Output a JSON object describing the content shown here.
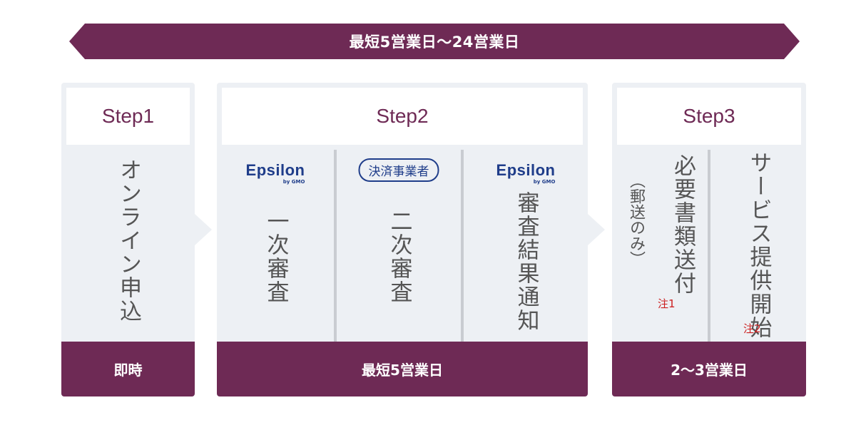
{
  "banner": {
    "label": "最短5営業日〜24営業日"
  },
  "steps": [
    {
      "title": "Step1",
      "columns": [
        {
          "text": "オンライン申込"
        }
      ],
      "duration": "即時"
    },
    {
      "title": "Step2",
      "columns": [
        {
          "logo": {
            "main": "Epsilon",
            "sub": "by GMO"
          },
          "text": "一次審査"
        },
        {
          "badge": "決済事業者",
          "text": "二次審査"
        },
        {
          "logo": {
            "main": "Epsilon",
            "sub": "by GMO"
          },
          "text": "審査結果通知"
        }
      ],
      "duration": "最短5営業日"
    },
    {
      "title": "Step3",
      "columns": [
        {
          "text": "必要書類送付",
          "subtext": "（郵送のみ）",
          "note": "注1"
        },
        {
          "text": "サービス提供開始",
          "note": "注2"
        }
      ],
      "duration": "2〜3営業日"
    }
  ],
  "colors": {
    "accent": "#6e2a55",
    "panel": "#edf0f4",
    "logo": "#1f3d8a",
    "note": "#cc1d1d"
  }
}
